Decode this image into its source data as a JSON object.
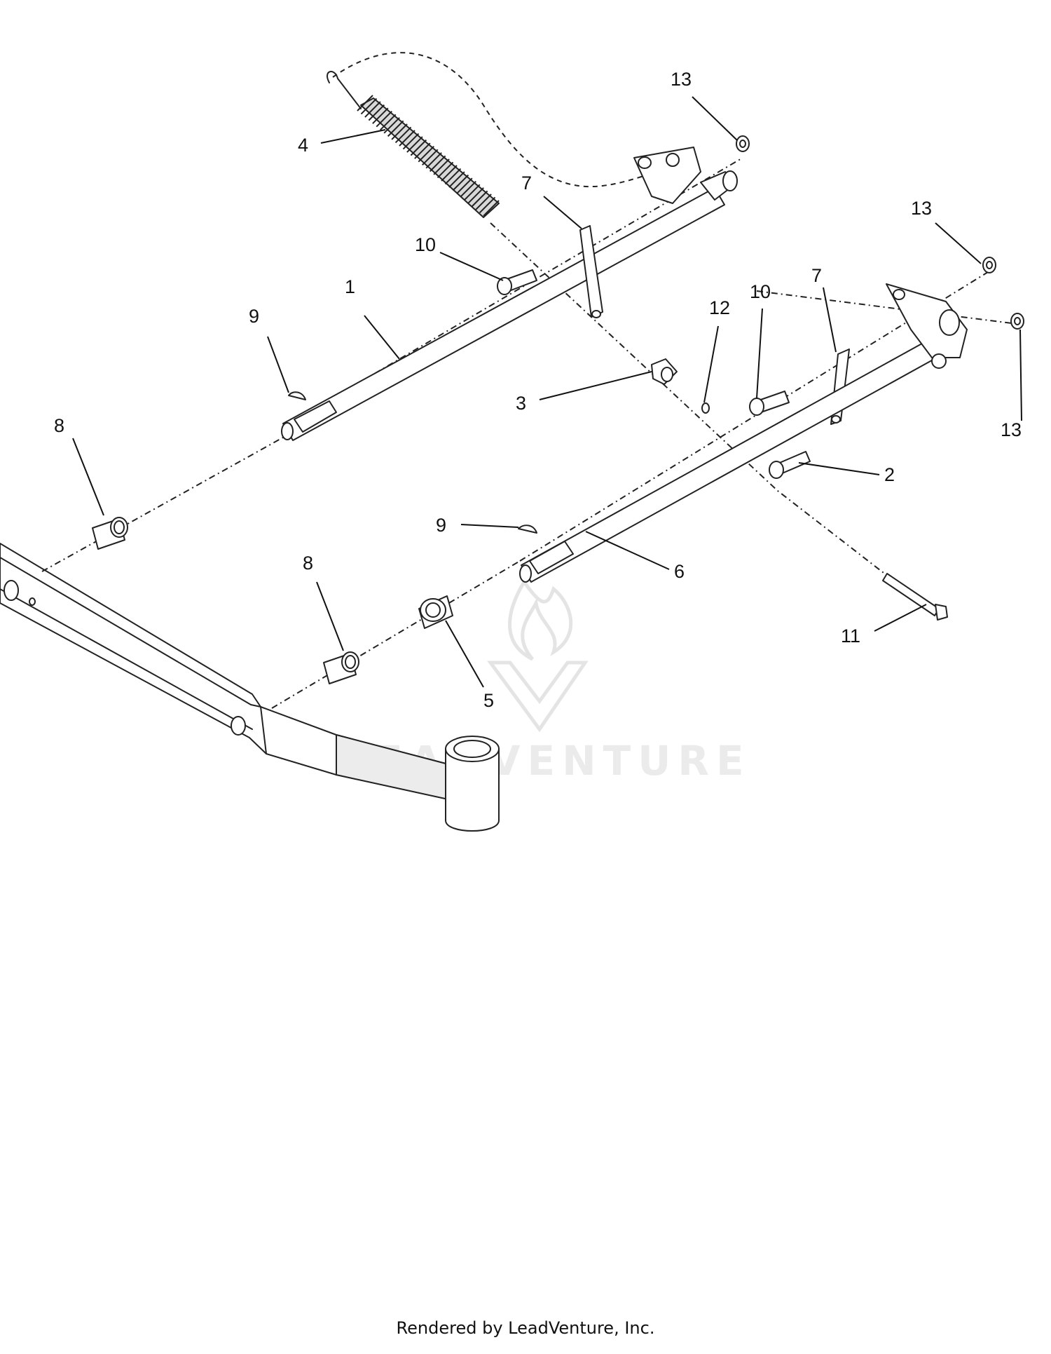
{
  "footer": {
    "text": "Rendered by LeadVenture, Inc."
  },
  "watermark": {
    "text": "LEADVENTURE",
    "icon": "flame-v-logo-icon"
  },
  "callouts": [
    {
      "label": "13"
    },
    {
      "label": "4"
    },
    {
      "label": "7"
    },
    {
      "label": "10"
    },
    {
      "label": "1"
    },
    {
      "label": "9"
    },
    {
      "label": "13"
    },
    {
      "label": "10"
    },
    {
      "label": "12"
    },
    {
      "label": "7"
    },
    {
      "label": "3"
    },
    {
      "label": "13"
    },
    {
      "label": "2"
    },
    {
      "label": "8"
    },
    {
      "label": "9"
    },
    {
      "label": "6"
    },
    {
      "label": "8"
    },
    {
      "label": "5"
    },
    {
      "label": "11"
    }
  ]
}
